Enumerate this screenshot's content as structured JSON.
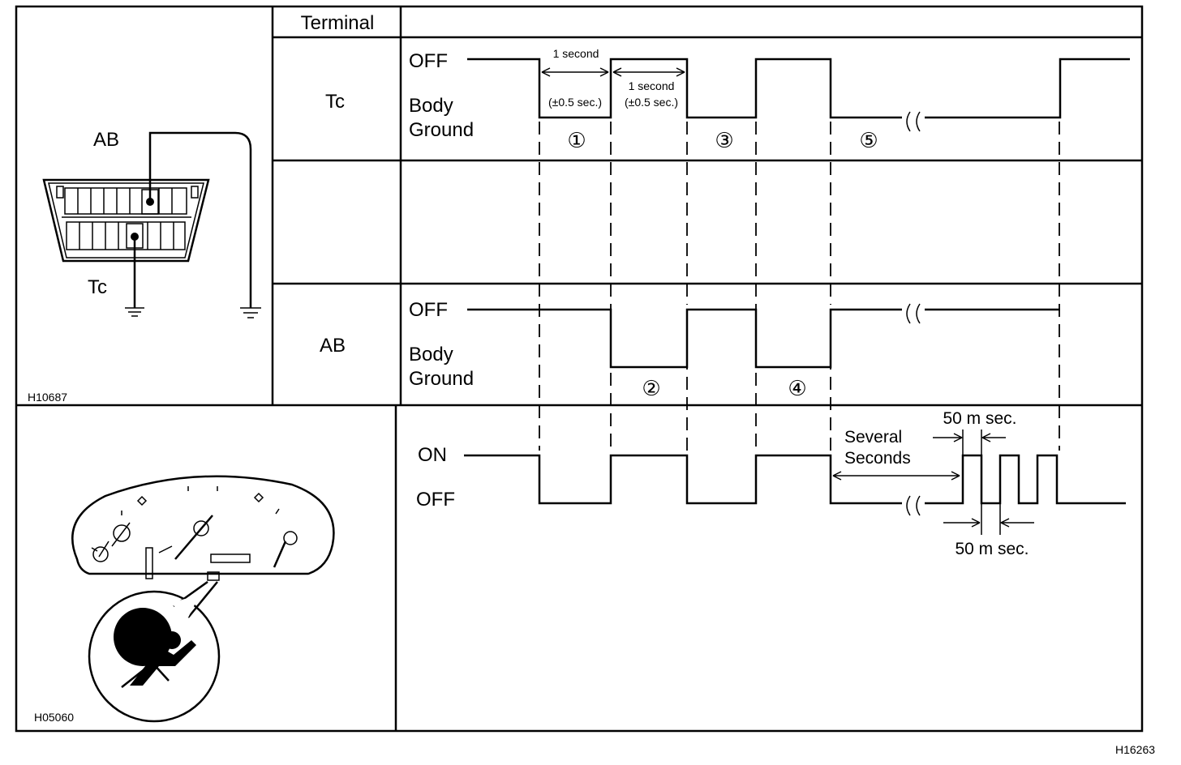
{
  "header": {
    "terminal": "Terminal"
  },
  "rows": {
    "tc": {
      "label": "Tc",
      "off": "OFF",
      "body": "Body",
      "ground": "Ground"
    },
    "ab": {
      "label": "AB",
      "off": "OFF",
      "body": "Body",
      "ground": "Ground"
    },
    "lamp": {
      "on": "ON",
      "off": "OFF"
    }
  },
  "annotations": {
    "one_second_a": "1 second",
    "tol_a": "(±0.5 sec.)",
    "one_second_b": "1 second",
    "tol_b": "(±0.5 sec.)",
    "several": "Several",
    "seconds": "Seconds",
    "ms_top": "50 m sec.",
    "ms_bottom": "50 m sec."
  },
  "steps": [
    "①",
    "②",
    "③",
    "④",
    "⑤"
  ],
  "connector": {
    "ab_label": "AB",
    "tc_label": "Tc",
    "code": "H10687"
  },
  "cluster": {
    "code": "H05060",
    "icon": "airbag-warning-icon"
  },
  "figure_code": "H16263"
}
